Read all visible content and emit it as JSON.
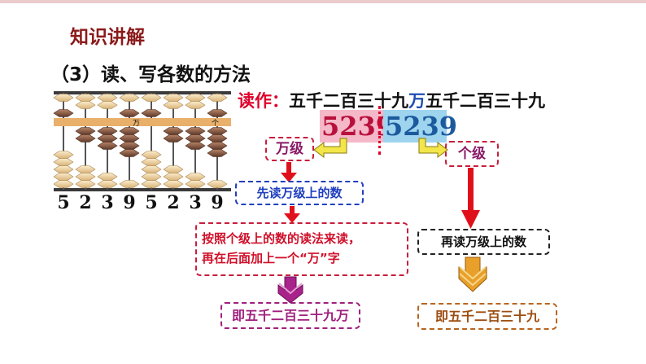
{
  "header": {
    "title": "知识讲解"
  },
  "section": {
    "subtitle": "（3）读、写各数的方法"
  },
  "reading": {
    "label": "读作：",
    "part1": "五千二百三十九",
    "wan_char": "万",
    "part2": "五千二百三十九"
  },
  "number": {
    "left": "5239",
    "right": "5239"
  },
  "abacus": {
    "digits": [
      "5",
      "2",
      "3",
      "9",
      "5",
      "2",
      "3",
      "9"
    ],
    "labels": {
      "wan": "万",
      "ge": "个"
    },
    "colors": {
      "frame": "#3a3a3a",
      "beam": "#e8b06a",
      "light_bead": "#f1d7a6",
      "dark_bead": "#8a5a44"
    }
  },
  "boxes": {
    "wanji": "万级",
    "geji": "个级",
    "xiandu": "先读万级上的数",
    "anzhao_line1": "按照个级上的数的读法来读，",
    "anzhao_line2": "再在后面加上一个“万”字",
    "zaidu": "再读万级上的数",
    "ji1": "即五千二百三十九万",
    "ji2": "即五千二百三十九"
  },
  "colors": {
    "title": "#8b1a1a",
    "accent_red": "#e0002a",
    "blue": "#1f3fbf",
    "purple": "#a0207e",
    "orange": "#e2942a"
  }
}
